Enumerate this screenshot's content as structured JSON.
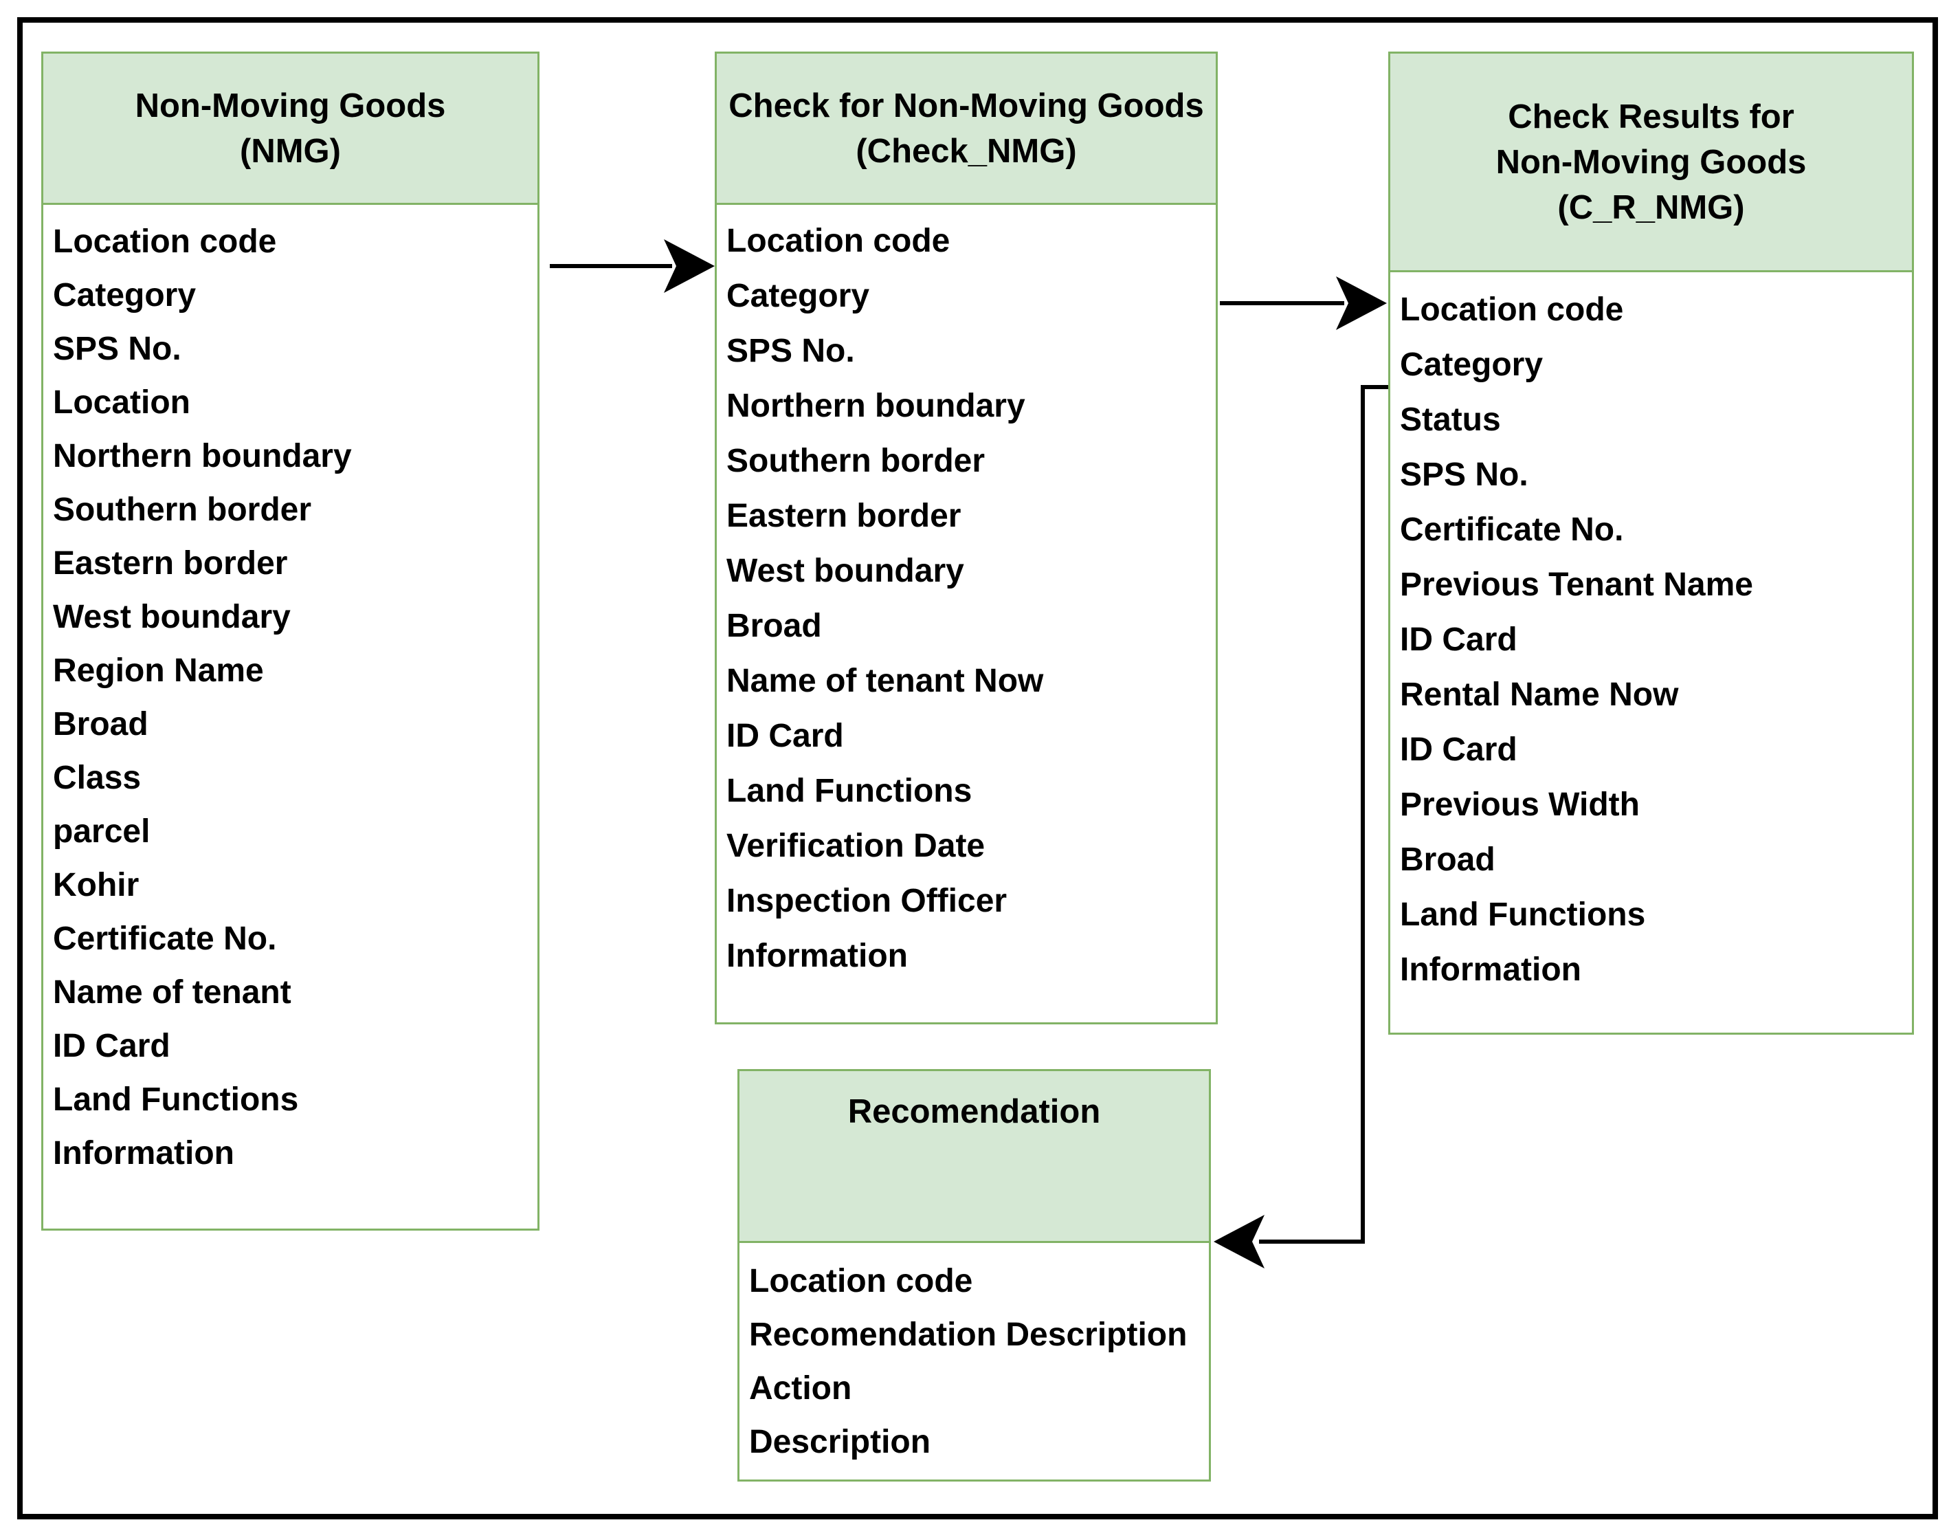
{
  "diagram": {
    "type": "entity-relationship-diagram",
    "entities": [
      {
        "key": "nmg",
        "title": "Non-Moving Goods (NMG)",
        "title_lines": [
          "Non-Moving Goods",
          "(NMG)"
        ],
        "fields": [
          "Location code",
          "Category",
          "SPS No.",
          "Location",
          "Northern boundary",
          "Southern border",
          "Eastern border",
          "West boundary",
          "Region Name",
          "Broad",
          "Class",
          "parcel",
          "Kohir",
          "Certificate No.",
          "Name of tenant",
          "ID Card",
          "Land Functions",
          "Information"
        ]
      },
      {
        "key": "check_nmg",
        "title": "Check for Non-Moving Goods (Check_NMG)",
        "title_lines": [
          "Check for Non-Moving Goods",
          "(Check_NMG)"
        ],
        "fields": [
          "Location code",
          "Category",
          "SPS No.",
          "Northern boundary",
          "Southern border",
          "Eastern border",
          "West boundary",
          "Broad",
          "Name of tenant Now",
          "ID Card",
          "Land Functions",
          "Verification Date",
          "Inspection Officer",
          "Information"
        ]
      },
      {
        "key": "c_r_nmg",
        "title": "Check Results for Non-Moving Goods (C_R_NMG)",
        "title_lines": [
          "Check Results for",
          "Non-Moving Goods",
          "(C_R_NMG)"
        ],
        "fields": [
          "Location code",
          "Category",
          "Status",
          "SPS No.",
          "Certificate No.",
          "Previous Tenant Name",
          "ID Card",
          "Rental Name Now",
          "ID Card",
          "Previous Width",
          "Broad",
          "Land Functions",
          "Information"
        ]
      },
      {
        "key": "recomendation",
        "title": "Recomendation",
        "title_lines": [
          "Recomendation"
        ],
        "fields": [
          "Location code",
          "Recomendation Description",
          "Action",
          "Description"
        ]
      }
    ],
    "connections": [
      {
        "from": "NMG",
        "to": "Check_NMG",
        "direction": "right"
      },
      {
        "from": "Check_NMG",
        "to": "C_R_NMG",
        "direction": "right"
      },
      {
        "from": "C_R_NMG",
        "to": "Recomendation",
        "direction": "elbow-down-left"
      }
    ],
    "colors": {
      "header_fill": "#d5e8d4",
      "entity_border": "#82b366",
      "arrow": "#000000",
      "text": "#000000",
      "frame": "#000000",
      "background": "#ffffff"
    }
  }
}
